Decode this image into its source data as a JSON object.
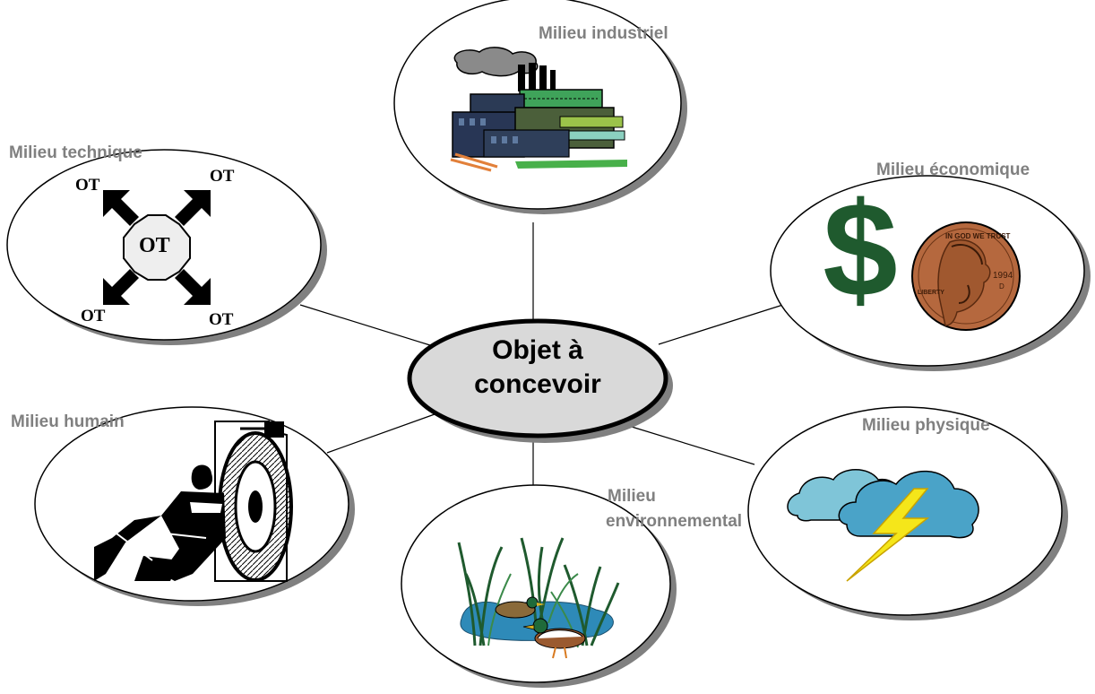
{
  "center": {
    "line1": "Objet à",
    "line2": "concevoir"
  },
  "nodes": {
    "industriel": {
      "label": "Milieu industriel",
      "icon": "factory-icon"
    },
    "economique": {
      "label": "Milieu économique",
      "icon": "dollar-coin-icon"
    },
    "physique": {
      "label": "Milieu physique",
      "icon": "storm-cloud-icon"
    },
    "environnemental": {
      "label_line1": "Milieu",
      "label_line2": "environnemental",
      "icon": "wetland-ducks-icon"
    },
    "humain": {
      "label": "Milieu humain",
      "icon": "mechanic-tire-icon"
    },
    "technique": {
      "label": "Milieu technique",
      "icon": "ot-arrows-icon",
      "ot_center": "OT",
      "ot_corner": "OT"
    }
  },
  "coin": {
    "text_top": "IN GOD WE TRUST",
    "text_left": "LIBERTY",
    "year": "1994",
    "mint": "D"
  },
  "colors": {
    "label_gray": "#808080",
    "center_fill": "#d9d9d9",
    "dollar_green": "#1f5a2e",
    "coin_copper": "#b5683e",
    "cloud_blue": "#4aa3c8",
    "lightning_yellow": "#f5e61a"
  }
}
